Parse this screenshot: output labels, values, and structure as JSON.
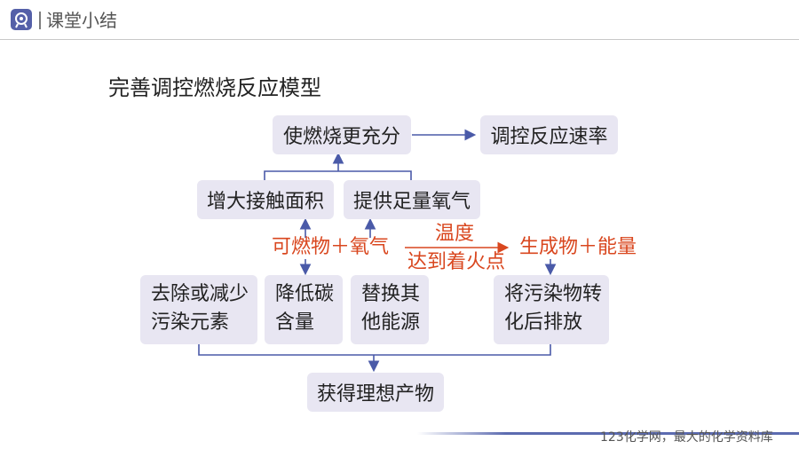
{
  "header": {
    "title": "课堂小结",
    "logo_icon": "atom-badge-icon"
  },
  "title": "完善调控燃烧反应模型",
  "nodes": {
    "full_combustion": "使燃烧更充分",
    "control_rate": "调控反应速率",
    "increase_area": "增大接触面积",
    "supply_oxygen": "提供足量氧气",
    "remove_pollutants": [
      "去除或减少",
      "污染元素"
    ],
    "reduce_carbon": [
      "降低碳",
      "含量"
    ],
    "replace_energy": [
      "替换其",
      "他能源"
    ],
    "treat_emissions": [
      "将污染物转",
      "化后排放"
    ],
    "ideal_products": "获得理想产物"
  },
  "reaction": {
    "reactants": "可燃物＋氧气",
    "condition_top": "温度",
    "condition_bottom": "达到着火点",
    "products": "生成物＋能量"
  },
  "footer": {
    "text": "123化学网，最大的化学资料库"
  },
  "colors": {
    "box": "#e8e6f2",
    "arrow": "#4a5aa8",
    "reaction": "#d9471f"
  }
}
